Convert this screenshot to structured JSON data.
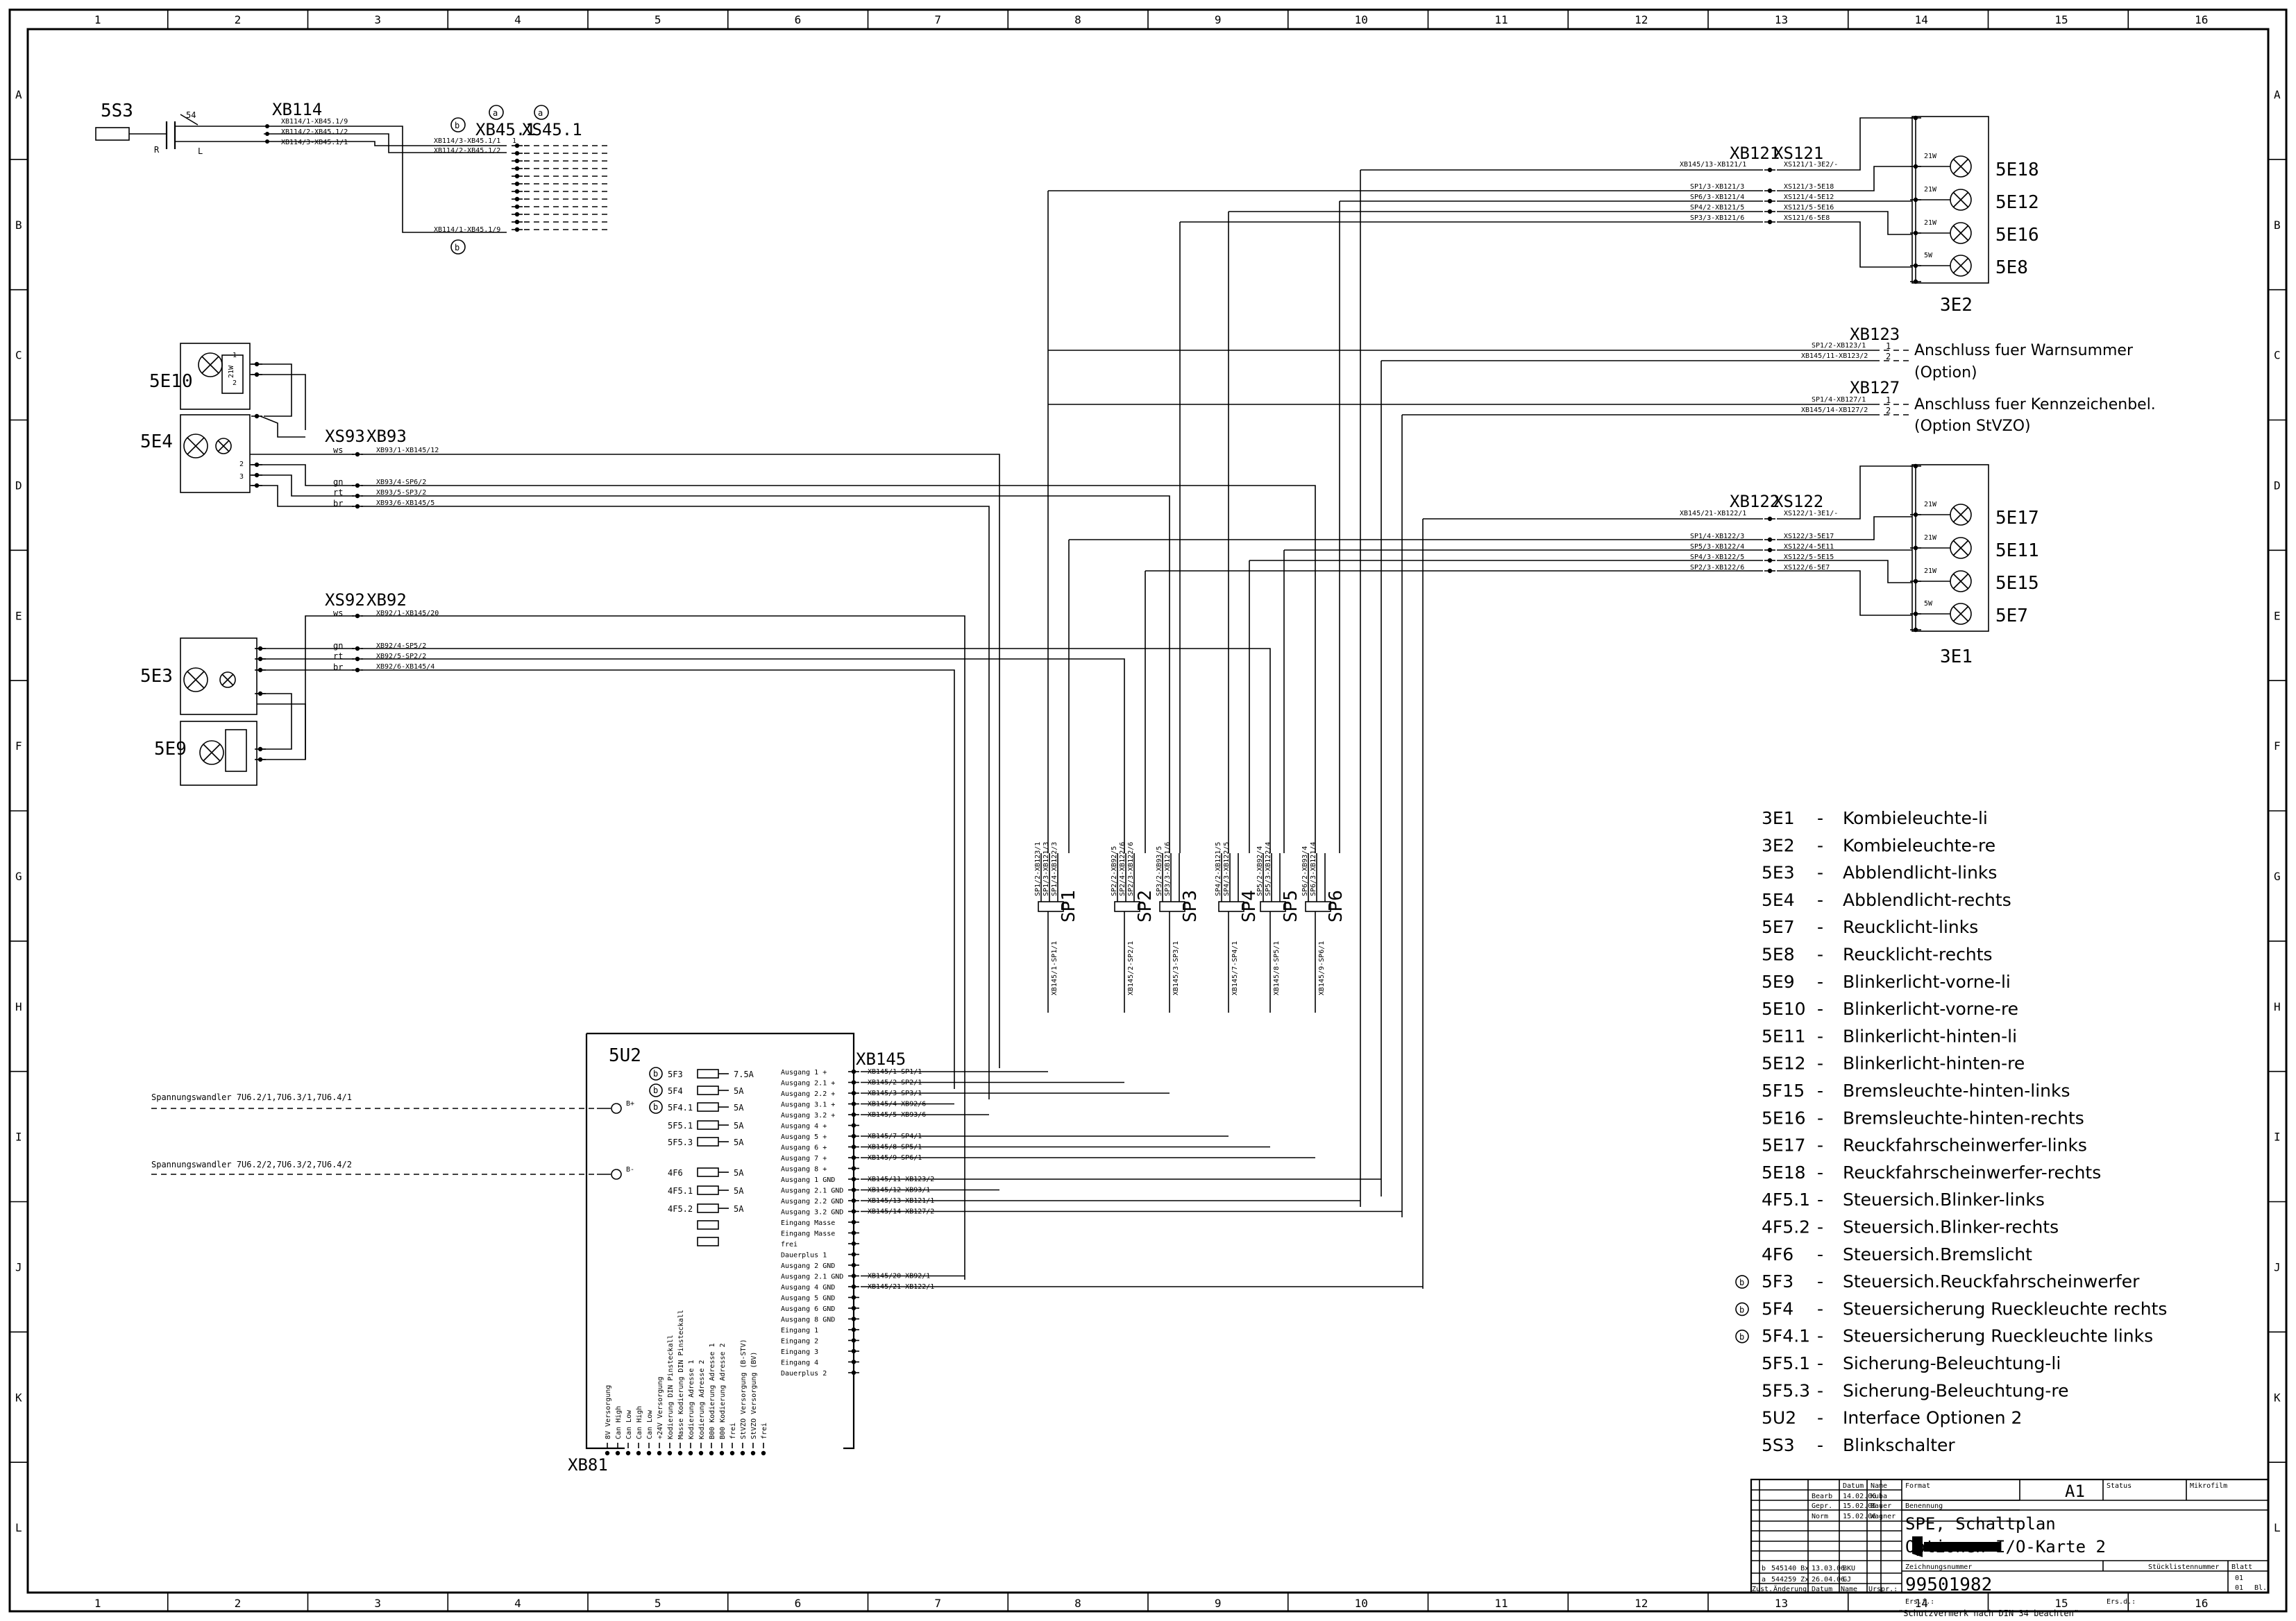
{
  "grid": {
    "columns": [
      "1",
      "2",
      "3",
      "4",
      "5",
      "6",
      "7",
      "8",
      "9",
      "10",
      "11",
      "12",
      "13",
      "14",
      "15",
      "16"
    ],
    "rows": [
      "A",
      "B",
      "C",
      "D",
      "E",
      "F",
      "G",
      "H",
      "I",
      "J",
      "K",
      "L"
    ]
  },
  "devices": {
    "s5s3": "5S3",
    "e5e10": "5E10",
    "e5e4": "5E4",
    "e5e3": "5E3",
    "e5e9": "5E9",
    "u5u2": "5U2",
    "e3e2": "3E2",
    "e3e1": "3E1",
    "e5e18": "5E18",
    "e5e12": "5E12",
    "e5e16": "5E16",
    "e5e8": "5E8",
    "e5e17": "5E17",
    "e5e11": "5E11",
    "e5e15": "5E15",
    "e5e7": "5E7"
  },
  "connectors": {
    "xb114": "XB114",
    "xb451": "XB45.1",
    "xs451": "XS45.1",
    "xs93": "XS93",
    "xb93": "XB93",
    "xs92": "XS92",
    "xb92": "XB92",
    "xb121": "XB121",
    "xs121": "XS121",
    "xb122": "XB122",
    "xs122": "XS122",
    "xb123": "XB123",
    "xb127": "XB127",
    "xb145": "XB145",
    "xb81": "XB81"
  },
  "splices": [
    "SP1",
    "SP2",
    "SP3",
    "SP4",
    "SP5",
    "SP6"
  ],
  "notes": {
    "warnsummer": "Anschluss fuer Warnsummer",
    "warnsummer_opt": "(Option)",
    "kennzeichen": "Anschluss fuer Kennzeichenbel.",
    "kennzeichen_opt": "(Option StVZO)",
    "spw1": "Spannungswandler   7U6.2/1,7U6.3/1,7U6.4/1",
    "spw2": "Spannungswandler   7U6.2/2,7U6.3/2,7U6.4/2"
  },
  "fuses": [
    {
      "name": "5F3",
      "rating": "7.5A"
    },
    {
      "name": "5F4",
      "rating": "5A"
    },
    {
      "name": "5F4.1",
      "rating": "5A"
    },
    {
      "name": "5F5.1",
      "rating": "5A"
    },
    {
      "name": "5F5.3",
      "rating": "5A"
    },
    {
      "name": "4F6",
      "rating": "5A"
    },
    {
      "name": "4F5.1",
      "rating": "5A"
    },
    {
      "name": "4F5.2",
      "rating": "5A"
    }
  ],
  "lamps": {
    "w21": "21W",
    "w5": "5W"
  },
  "xb145_wires": [
    "XB145/1-SP1/1",
    "XB145/2-SP2/1",
    "XB145/3-SP3/1",
    "XB145/4-XB92/6",
    "XB145/5-XB93/6",
    "XB145/7-SP4/1",
    "XB145/8-SP5/1",
    "XB145/9-SP6/1",
    "XB145/11-XB123/2",
    "XB145/12-XB93/1",
    "XB145/13-XB121/1",
    "XB145/14-XB127/2",
    "XB145/20-XB92/1",
    "XB145/21-XB122/1"
  ],
  "legend": [
    {
      "code": "3E1",
      "desc": "Kombieleuchte-li",
      "mark": ""
    },
    {
      "code": "3E2",
      "desc": "Kombieleuchte-re",
      "mark": ""
    },
    {
      "code": "5E3",
      "desc": "Abblendlicht-links",
      "mark": ""
    },
    {
      "code": "5E4",
      "desc": "Abblendlicht-rechts",
      "mark": ""
    },
    {
      "code": "5E7",
      "desc": "Reucklicht-links",
      "mark": ""
    },
    {
      "code": "5E8",
      "desc": "Reucklicht-rechts",
      "mark": ""
    },
    {
      "code": "5E9",
      "desc": "Blinkerlicht-vorne-li",
      "mark": ""
    },
    {
      "code": "5E10",
      "desc": "Blinkerlicht-vorne-re",
      "mark": ""
    },
    {
      "code": "5E11",
      "desc": "Blinkerlicht-hinten-li",
      "mark": ""
    },
    {
      "code": "5E12",
      "desc": "Blinkerlicht-hinten-re",
      "mark": ""
    },
    {
      "code": "5F15",
      "desc": "Bremsleuchte-hinten-links",
      "mark": ""
    },
    {
      "code": "5E16",
      "desc": "Bremsleuchte-hinten-rechts",
      "mark": ""
    },
    {
      "code": "5E17",
      "desc": "Reuckfahrscheinwerfer-links",
      "mark": ""
    },
    {
      "code": "5E18",
      "desc": "Reuckfahrscheinwerfer-rechts",
      "mark": ""
    },
    {
      "code": "4F5.1",
      "desc": "Steuersich.Blinker-links",
      "mark": ""
    },
    {
      "code": "4F5.2",
      "desc": "Steuersich.Blinker-rechts",
      "mark": ""
    },
    {
      "code": "4F6",
      "desc": "Steuersich.Bremslicht",
      "mark": ""
    },
    {
      "code": "5F3",
      "desc": "Steuersich.Reuckfahrscheinwerfer",
      "mark": "b"
    },
    {
      "code": "5F4",
      "desc": "Steuersicherung Rueckleuchte rechts",
      "mark": "b"
    },
    {
      "code": "5F4.1",
      "desc": "Steuersicherung Rueckleuchte links",
      "mark": "b"
    },
    {
      "code": "5F5.1",
      "desc": "Sicherung-Beleuchtung-li",
      "mark": ""
    },
    {
      "code": "5F5.3",
      "desc": "Sicherung-Beleuchtung-re",
      "mark": ""
    },
    {
      "code": "5U2",
      "desc": "Interface Optionen 2",
      "mark": ""
    },
    {
      "code": "5S3",
      "desc": "Blinkschalter",
      "mark": ""
    }
  ],
  "title_block": {
    "format_label": "Format",
    "format": "A1",
    "status_label": "Status",
    "mikrofilm": "Mikrofilm",
    "datum": "Datum",
    "name": "Name",
    "bearb": "Bearb",
    "bearb_date": "14.02.06",
    "bearb_name": "Kuba",
    "gepr": "Gepr.",
    "gepr_date": "15.02.06",
    "gepr_name": "Bauer",
    "norm": "Norm",
    "norm_date": "15.02.06",
    "norm_name": "Wagner",
    "benennung": "Benennung",
    "title1": "SPE, Schaltplan",
    "title2": "Optionen I/O-Karte 2",
    "zeichnungsnummer": "Zeichnungsnummer",
    "stueckliste": "Stücklistennummer",
    "blatt": "Blatt",
    "number": "99501982",
    "blatt1": "01",
    "blatt2": "01",
    "bl": "Bl.",
    "rev_b": "b",
    "rev_b_no": "545140 Bx",
    "rev_b_date": "13.03.06",
    "rev_b_name": "BKU",
    "rev_a": "a",
    "rev_a_no": "544259 Zx",
    "rev_a_date": "26.04.06",
    "rev_a_name": "GJ",
    "zust": "Zust.",
    "aenderung": "Änderung",
    "datum2": "Datum",
    "name2": "Name",
    "urspr": "Urspr.:",
    "ersf": "Ers.f.:",
    "ersd": "Ers.d.:",
    "schutz": "\"Schutzvermerk nach DIN 34 beachten\""
  }
}
